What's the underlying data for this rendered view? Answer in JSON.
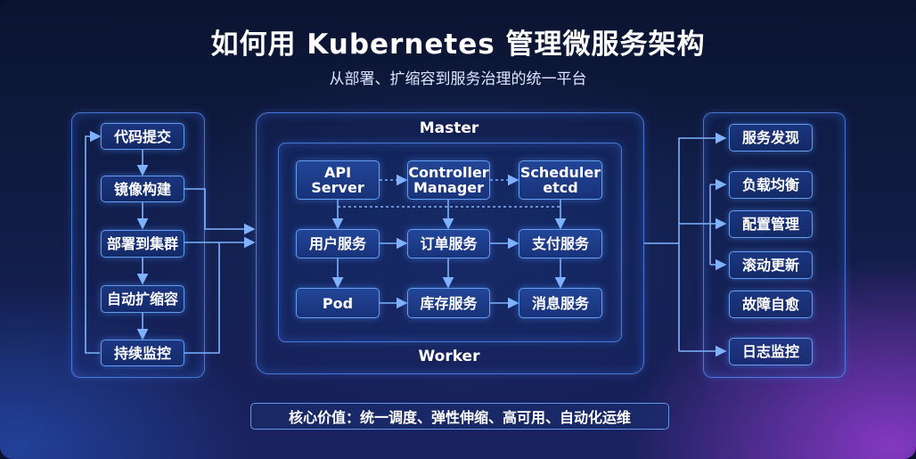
{
  "header": {
    "title": "如何用 Kubernetes 管理微服务架构",
    "subtitle": "从部署、扩缩容到服务治理的统一平台"
  },
  "left_pipeline": [
    "代码提交",
    "镜像构建",
    "部署到集群",
    "自动扩缩容",
    "持续监控"
  ],
  "cluster": {
    "master_label": "Master",
    "worker_label": "Worker",
    "control_plane": [
      "API\nServer",
      "Controller\nManager",
      "Scheduler\netcd"
    ],
    "services_row": [
      "用户服务",
      "订单服务",
      "支付服务"
    ],
    "pods_row": [
      "Pod",
      "库存服务",
      "消息服务"
    ]
  },
  "right_features": [
    "服务发现",
    "负载均衡",
    "配置管理",
    "滚动更新",
    "故障自愈",
    "日志监控"
  ],
  "footer": {
    "core_value": "核心价值：统一调度、弹性伸缩、高可用、自动化运维"
  },
  "colors": {
    "accent": "#5a96ff",
    "line": "#7fb3ff",
    "background": "#0b1430",
    "glow": "#963cd2"
  }
}
